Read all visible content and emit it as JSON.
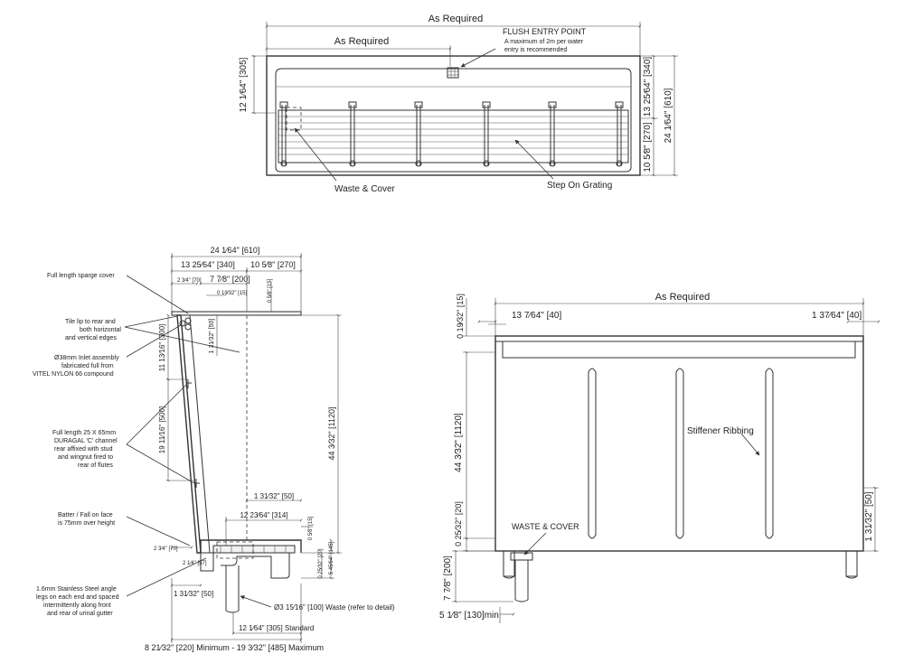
{
  "plan_view": {
    "overall_width": "As Required",
    "inner_width": "As Required",
    "flush_entry_title": "FLUSH ENTRY POINT",
    "flush_entry_note_1": "A maximum of 2m per water",
    "flush_entry_note_2": "entry is recommended",
    "dim_305": "12 1⁄64\" [305]",
    "dim_340": "13 25⁄64\" [340]",
    "dim_610": "24 1⁄64\" [610]",
    "dim_270": "10 5⁄8\" [270]",
    "waste_label": "Waste & Cover",
    "grating_label": "Step On Grating"
  },
  "side_section": {
    "dim_610": "24 1⁄64\" [610]",
    "dim_340": "13 25⁄64\" [340]",
    "dim_270": "10 5⁄8\" [270]",
    "dim_70": "2 3⁄4\" [70]",
    "dim_200": "7 7⁄8\" [200]",
    "dim_15a": "0 19⁄32\" [15]",
    "dim_15b": "0 5⁄8\" [15]",
    "dim_50_upper": "1 31⁄32\" [50]",
    "dim_300": "11 13⁄16\" [300]",
    "dim_500": "19 11⁄16\" [500]",
    "dim_1120": "44 3⁄32\" [1120]",
    "dim_50_mid": "1 31⁄32\" [50]",
    "dim_314": "12 23⁄64\" [314]",
    "dim_15c": "0 5⁄8\" [15]",
    "dim_20": "0 25⁄32\" [20]",
    "dim_145": "5 45⁄64\" [145]",
    "dim_70_low": "2 3⁄4\" [70]",
    "dim_57": "2 1⁄4\" [57]",
    "dim_50_low": "1 31⁄32\" [50]",
    "waste_dim": "Ø3 15⁄16\" [100] Waste (refer to detail)",
    "standard_dim": "12 1⁄64\" [305] Standard",
    "min_max_dim": "8 21⁄32\" [220] Minimum - 19 3⁄32\" [485] Maximum",
    "note_sparge": "Full length sparge cover",
    "note_tile_1": "Tile lip to rear and",
    "note_tile_2": "both horizontal",
    "note_tile_3": "and vertical edges",
    "note_inlet_1": "Ø38mm Inlet assembly",
    "note_inlet_2": "fabricated full from",
    "note_inlet_3": "VITEL NYLON 66 compound",
    "note_channel_1": "Full length 25 X 65mm",
    "note_channel_2": "DURAGAL 'C' channel",
    "note_channel_3": "rear affixed with stud",
    "note_channel_4": "and wingnut fired to",
    "note_channel_5": "rear of flutes",
    "note_batter_1": "Batter / Fall on face",
    "note_batter_2": "is 75mm over height",
    "note_legs_1": "1.6mm Stainless Steel angle",
    "note_legs_2": "legs on each end and spaced",
    "note_legs_3": "intermittently along front",
    "note_legs_4": "and rear of urinal gutter"
  },
  "front_elevation": {
    "width": "As Required",
    "dim_15": "0 19⁄32\" [15]",
    "dim_40_left": "13 7⁄64\" [40]",
    "dim_40_right": "1 37⁄64\" [40]",
    "dim_1120": "44 3⁄32\" [1120]",
    "dim_20": "0 25⁄32\" [20]",
    "dim_50": "1 31⁄32\" [50]",
    "dim_200": "7 7⁄8\" [200]",
    "dim_130": "5 1⁄8\" [130]min",
    "stiffener_label": "Stiffener Ribbing",
    "waste_label": "WASTE & COVER"
  }
}
